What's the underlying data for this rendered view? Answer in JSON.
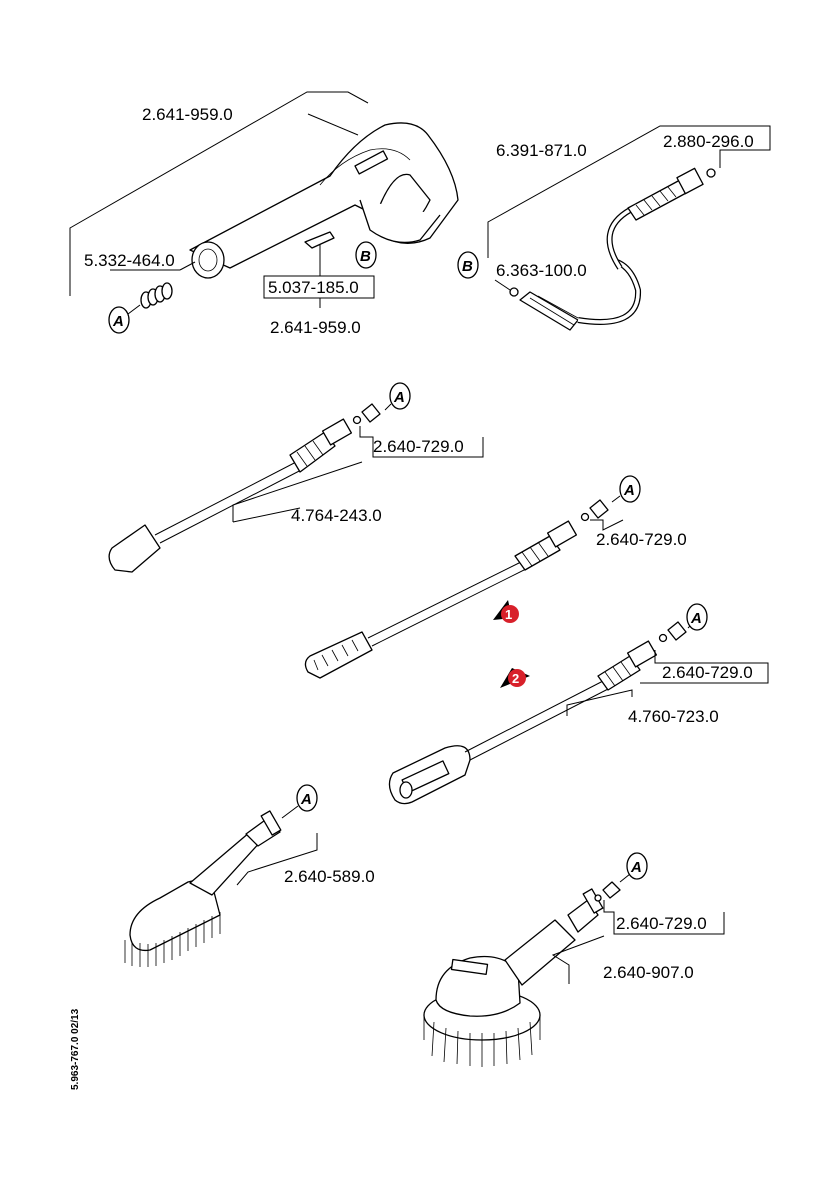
{
  "callouts": {
    "gun_top": "2.641-959.0",
    "gun_bottom": "2.641-959.0",
    "spring": "5.332-464.0",
    "clip": "5.037-185.0",
    "hose": "6.391-871.0",
    "hose_oring_end": "2.880-296.0",
    "hose_oring": "6.363-100.0",
    "lance1_nozzle": "2.640-729.0",
    "lance1": "4.764-243.0",
    "lance2_nozzle": "2.640-729.0",
    "lance3_nozzle": "2.640-729.0",
    "lance3": "4.760-723.0",
    "brush": "2.640-589.0",
    "rotary_nozzle": "2.640-729.0",
    "rotary_brush": "2.640-907.0"
  },
  "markers": {
    "a": "A",
    "b": "B",
    "one": "1",
    "two": "2"
  },
  "document_code": "5.963-767.0  02/13",
  "colors": {
    "line": "#000000",
    "badge": "#d8202a",
    "background": "#ffffff"
  }
}
